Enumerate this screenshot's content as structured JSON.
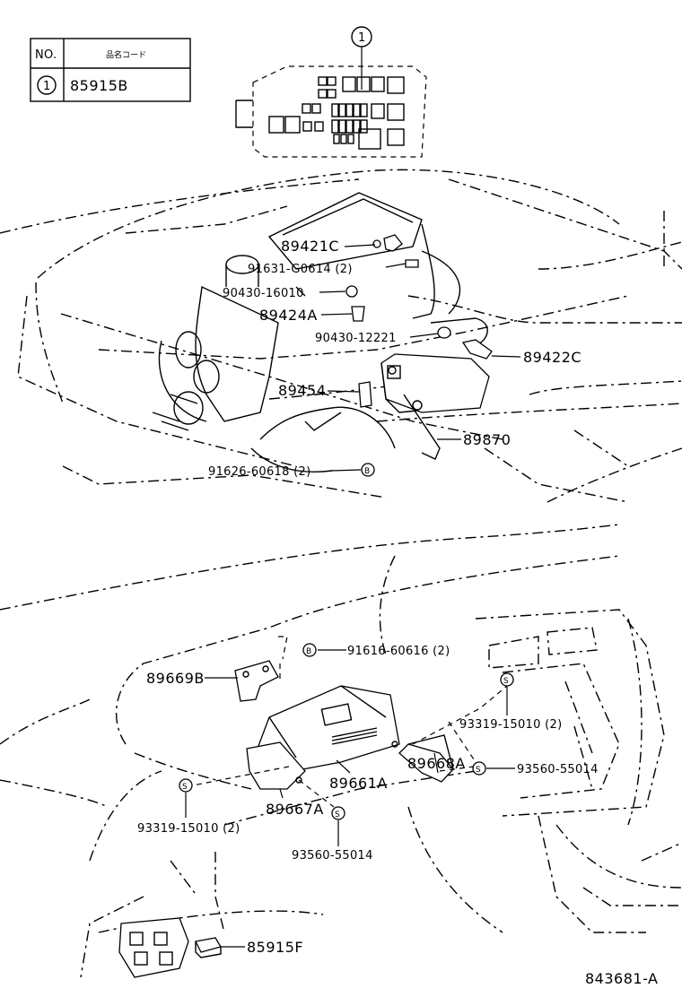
{
  "table": {
    "header_no": "NO.",
    "header_code": "品名コード",
    "row_no": "1",
    "row_code": "85915B"
  },
  "relay_box_callout": "1",
  "labels": {
    "p89421C": "89421C",
    "p91631": "91631-G0614 (2)",
    "p90430_16010": "90430-16010",
    "p89424A": "89424A",
    "p90430_12221": "90430-12221",
    "p89422C": "89422C",
    "p89454": "89454",
    "p89870": "89870",
    "p91626": "91626-60618 (2)",
    "p91616": "91616-60616 (2)",
    "p89669B": "89669B",
    "p93319_right": "93319-15010 (2)",
    "p89668A": "89668A",
    "p93560_right": "93560-55014",
    "p89661A": "89661A",
    "p89667A": "89667A",
    "p93319_left": "93319-15010 (2)",
    "p93560_left": "93560-55014",
    "p85915F": "85915F"
  },
  "fastener_marks": {
    "bolt": "B",
    "screw": "S"
  },
  "figure_id": "843681-A"
}
